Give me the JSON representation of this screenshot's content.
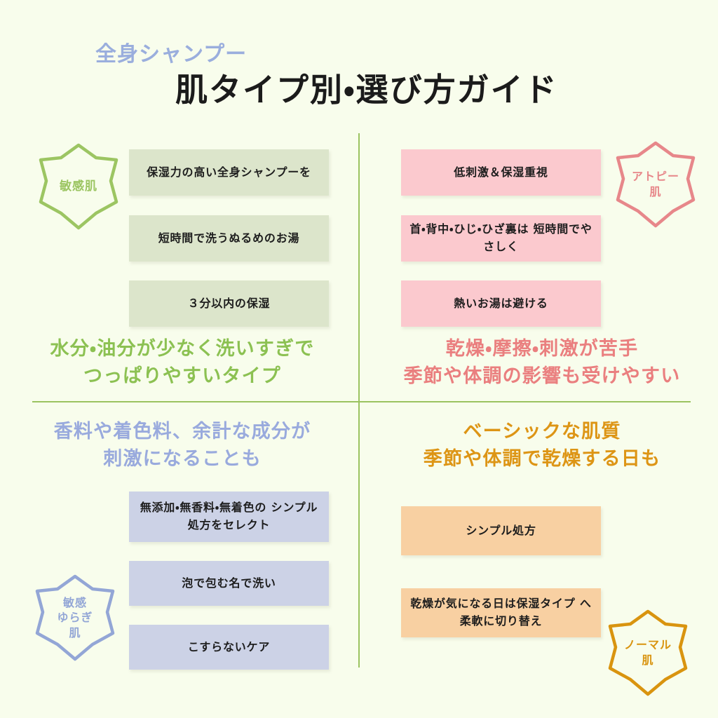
{
  "header": {
    "kicker": "全身シャンプー",
    "title": "肌タイプ別・選び方ガイド"
  },
  "colors": {
    "background": "#f8fdec",
    "divider": "#9bc360",
    "green_accent": "#8cc152",
    "green_card": "#dce5cb",
    "pink_accent": "#ea7f7f",
    "pink_card": "#fbc9ce",
    "blue_accent": "#99aadd",
    "blue_card": "#ccd2e6",
    "orange_accent": "#dd9515",
    "orange_card": "#f8d0a2",
    "kicker": "#9aaedd",
    "title": "#1b1b1b"
  },
  "quadrants": {
    "sensitive": {
      "badge": "敏感肌",
      "cards": [
        "保湿力の高い全身シャンプーを",
        "短時間で洗うぬるめのお湯",
        "３分以内の保湿"
      ],
      "caption": "水分・油分が少なく洗いすぎで\nつっぱりやすいタイプ"
    },
    "atopic": {
      "badge": "アトピー\n肌",
      "cards": [
        "低刺激＆保湿重視",
        "首・背中・ひじ・ひざ裏は\n短時間でやさしく",
        "熱いお湯は避ける"
      ],
      "caption": "乾燥・摩擦・刺激が苦手\n季節や体調の影響も受けやすい"
    },
    "wavering": {
      "badge": "敏感\nゆらぎ\n肌",
      "caption": "香料や着色料、余計な成分が\n刺激になることも",
      "cards": [
        "無添加・無香料・無着色の\nシンプル処方をセレクト",
        "泡で包む名で洗い",
        "こすらないケア"
      ]
    },
    "normal": {
      "badge": "ノーマル\n肌",
      "caption": "ベーシックな肌質\n季節や体調で乾燥する日も",
      "cards": [
        "シンプル処方",
        "乾燥が気になる日は保湿タイプ\nへ柔軟に切り替え"
      ]
    }
  }
}
